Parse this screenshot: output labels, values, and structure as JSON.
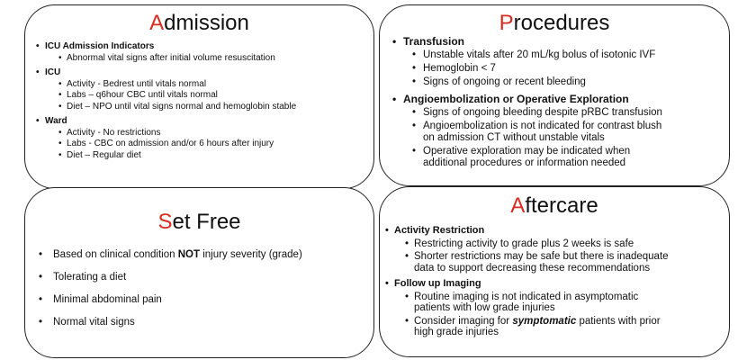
{
  "admission": {
    "title_first": "A",
    "title_rest": "dmission",
    "groups": [
      {
        "heading": "ICU Admission Indicators",
        "items": [
          "Abnormal vital signs after initial volume resuscitation"
        ]
      },
      {
        "heading": "ICU",
        "items": [
          "Activity - Bedrest until vitals normal",
          "Labs – q6hour CBC until vitals normal",
          "Diet – NPO until vital signs normal and hemoglobin stable"
        ]
      },
      {
        "heading": "Ward",
        "items": [
          "Activity - No restrictions",
          "Labs - CBC on admission and/or 6 hours after injury",
          "Diet – Regular diet"
        ]
      }
    ]
  },
  "procedures": {
    "title_first": "P",
    "title_rest": "rocedures",
    "groups": [
      {
        "heading": "Transfusion",
        "items": [
          "Unstable vitals after 20 mL/kg bolus of isotonic IVF",
          "Hemoglobin < 7",
          "Signs of ongoing or recent bleeding"
        ]
      },
      {
        "heading": "Angioembolization or Operative Exploration",
        "items": [
          "Signs of ongoing bleeding despite pRBC transfusion",
          [
            "Angioembolization is not indicated for contrast blush",
            "on admission CT without unstable vitals"
          ],
          [
            "Operative exploration may be indicated when",
            "additional procedures or information needed"
          ]
        ]
      }
    ]
  },
  "set_free": {
    "title_first": "S",
    "title_rest": "et Free",
    "items": [
      {
        "before": "Based on clinical condition ",
        "bold": "NOT",
        "after": " injury severity (grade)"
      },
      {
        "before": "Tolerating a diet",
        "bold": "",
        "after": ""
      },
      {
        "before": "Minimal abdominal pain",
        "bold": "",
        "after": ""
      },
      {
        "before": "Normal vital signs",
        "bold": "",
        "after": ""
      }
    ]
  },
  "aftercare": {
    "title_first": "A",
    "title_rest": "ftercare",
    "groups": [
      {
        "heading": "Activity Restriction",
        "items": [
          {
            "lines": [
              "Restricting activity to grade plus 2 weeks is safe"
            ]
          },
          {
            "lines": [
              "Shorter restrictions may be safe but there is inadequate",
              "data to support decreasing these recommendations"
            ]
          }
        ]
      },
      {
        "heading": "Follow up Imaging",
        "items": [
          {
            "lines": [
              "Routine imaging is not indicated in asymptomatic",
              "patients with low grade injuries"
            ]
          },
          {
            "lines": [
              "Consider imaging for ",
              "symptomatic",
              " patients with prior",
              "high grade injuries"
            ],
            "emphasis": true
          }
        ]
      }
    ]
  },
  "colors": {
    "accent": "#d92b1f",
    "text": "#111111",
    "border": "#222222"
  }
}
